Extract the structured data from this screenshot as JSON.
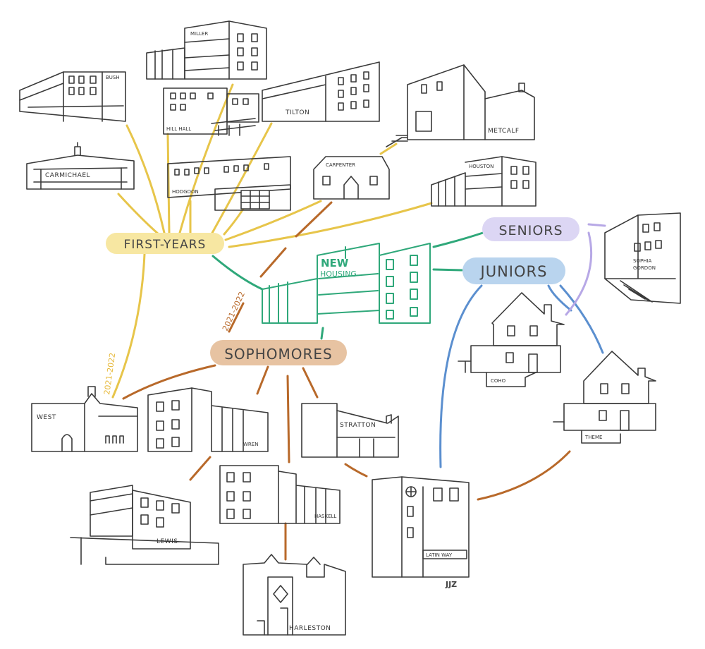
{
  "groups": {
    "first_years": {
      "label": "FIRST-YEARS",
      "color": "#f7e7a2"
    },
    "sophomores": {
      "label": "SOPHOMORES",
      "color": "#e7c3a2"
    },
    "juniors": {
      "label": "JUNIORS",
      "color": "#b9d4ee"
    },
    "seniors": {
      "label": "SENIORS",
      "color": "#dcd6f4"
    }
  },
  "new_housing": {
    "line1": "NEW",
    "line2": "HOUSING"
  },
  "year_labels": {
    "first": "2021-2022",
    "second": "2021-2022"
  },
  "buildings": {
    "miller": "MILLER",
    "bush": "BUSH",
    "tilton": "TILTON",
    "hill_hall": "HILL HALL",
    "metcalf": "METCALF",
    "carmichael": "CARMICHAEL",
    "hodgdon": "HODGDON",
    "carpenter": "CARPENTER",
    "houston": "HOUSTON",
    "sophia_1": "SOPHIA",
    "sophia_2": "GORDON",
    "coho": "COHO",
    "theme": "THEME",
    "west": "WEST",
    "wren": "WREN",
    "stratton": "STRATTON",
    "lewis": "LEWIS",
    "haskell": "HASKELL",
    "latin_way": "LATIN WAY",
    "harleston": "HARLESTON"
  },
  "signature": "JJZ",
  "colors": {
    "first_years_line": "#e7c54a",
    "sophomores_line": "#b8692a",
    "juniors_line": "#5b8fcf",
    "seniors_line": "#b7a8e6",
    "new_housing": "#2fa87a",
    "ink": "#3a3a3a"
  }
}
